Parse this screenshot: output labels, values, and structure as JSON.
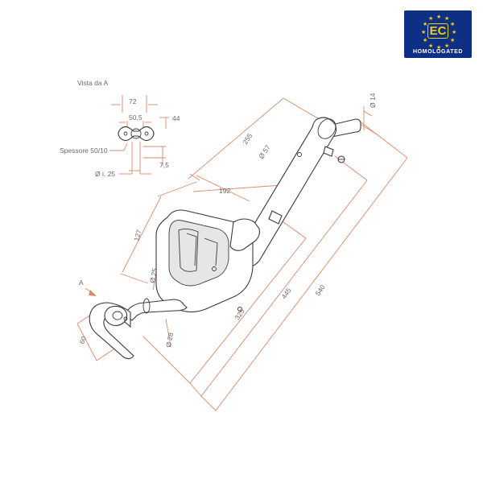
{
  "badge": {
    "mark": "EC",
    "caption": "HOMOLOGATED",
    "colors": {
      "background": "#0d2f86",
      "stars": "#f3d100"
    }
  },
  "view_a": {
    "title": "Vista da  A",
    "dims": {
      "w72": "72",
      "w50_5": "50,5",
      "h44": "44",
      "h7_5": "7,5",
      "bore": "Ø i. 25"
    },
    "thickness_label": "Spessore 50/10"
  },
  "main": {
    "arrow_label": "A",
    "dims": {
      "d14": "Ø 14",
      "d57": "Ø 57",
      "l255": "255",
      "l192": "192",
      "l127": "127",
      "d25": "Ø 25",
      "d28": "Ø 28",
      "l60": "60",
      "l325": "325",
      "l445": "445",
      "l540": "540"
    }
  },
  "colors": {
    "dimension_lines": "#d98a6c",
    "outline": "#3a3a3a",
    "text": "#6b6b6b"
  }
}
